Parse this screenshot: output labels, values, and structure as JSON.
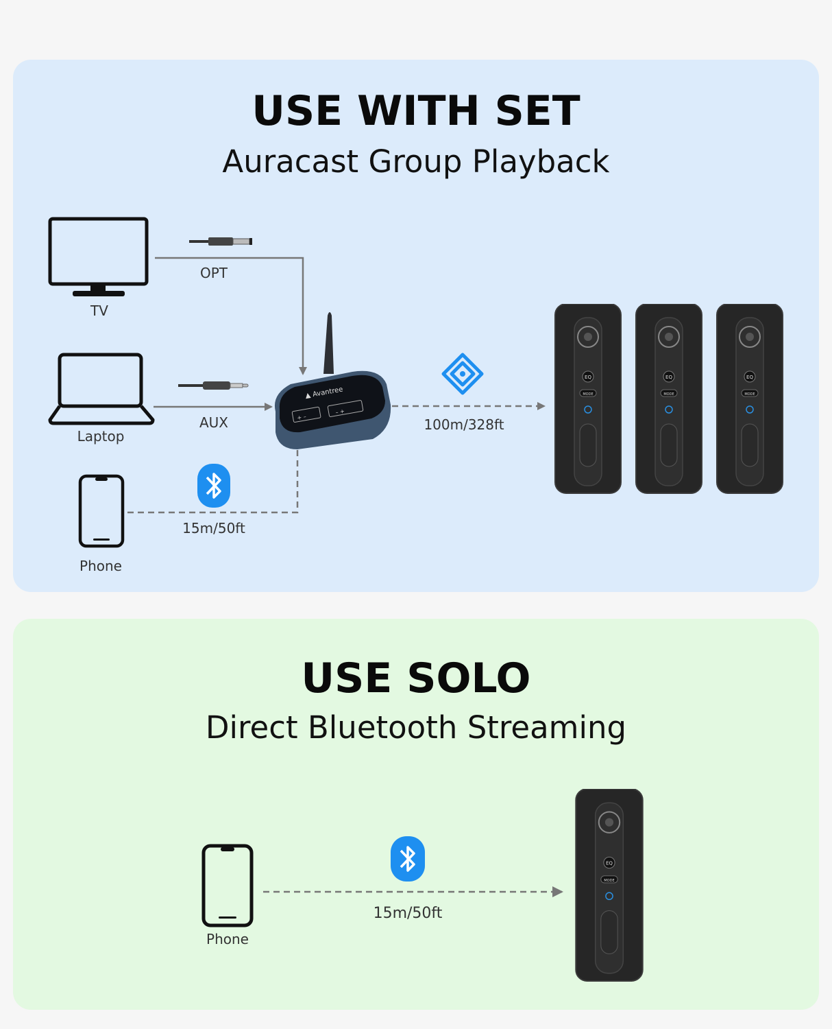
{
  "set": {
    "title": "USE WITH SET",
    "subtitle": "Auracast Group Playback",
    "devices": {
      "tv": "TV",
      "laptop": "Laptop",
      "phone": "Phone"
    },
    "links": {
      "optical": "OPT",
      "aux": "AUX",
      "bluetooth_range": "15m/50ft",
      "auracast_range": "100m/328ft"
    },
    "transmitter_brand": "Avantree",
    "speaker_button": "EQ",
    "speaker_mode": "MODE",
    "speaker_count": 3
  },
  "solo": {
    "title": "USE SOLO",
    "subtitle": "Direct Bluetooth Streaming",
    "device": "Phone",
    "bluetooth_range": "15m/50ft"
  },
  "colors": {
    "set_panel": "#dcebfb",
    "solo_panel": "#e3f9e1",
    "bluetooth_blue": "#1e8ff0",
    "line_gray": "#777777"
  },
  "icons": [
    "tv-icon",
    "laptop-icon",
    "phone-icon",
    "optical-plug-icon",
    "aux-plug-icon",
    "bluetooth-icon",
    "auracast-icon",
    "transmitter-device",
    "speaker"
  ]
}
